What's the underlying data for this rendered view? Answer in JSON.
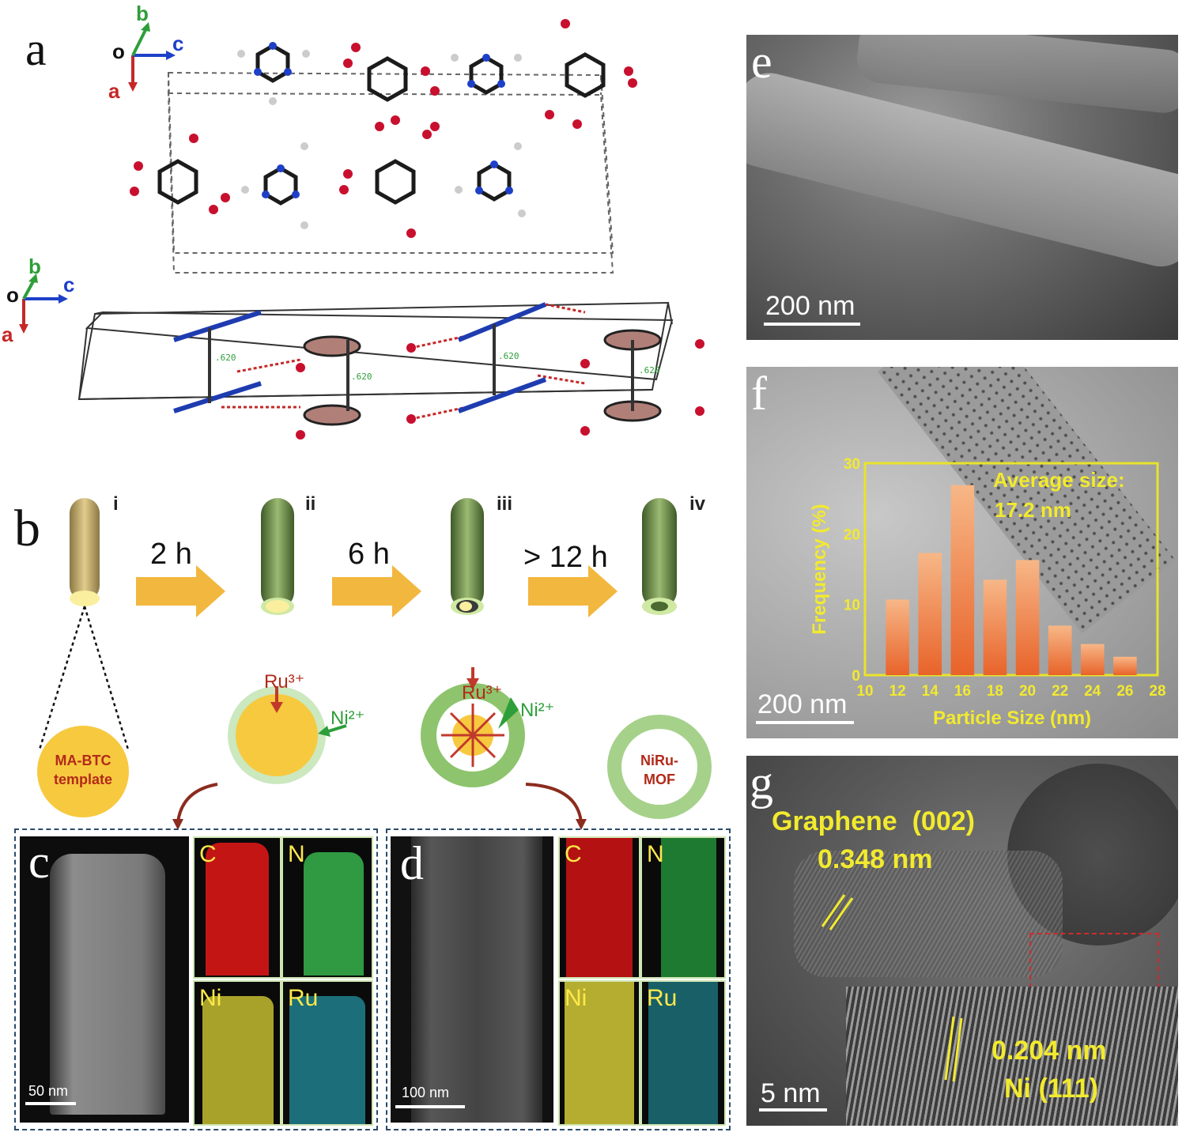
{
  "panels": {
    "a": {
      "label": "a",
      "axes_top": {
        "o": "o",
        "b": "b",
        "c": "c",
        "a": "a"
      },
      "axes_bottom": {
        "o": "o",
        "b": "b",
        "c": "c",
        "a": "a"
      },
      "distances": [
        ".620",
        ".620",
        ".620",
        ".620"
      ]
    },
    "b": {
      "label": "b",
      "stages": [
        "i",
        "ii",
        "iii",
        "iv"
      ],
      "times": [
        "2 h",
        "6 h",
        "> 12 h"
      ],
      "template_label": "MA-BTC template",
      "ions": {
        "ru": "Ru³⁺",
        "ni": "Ni²⁺"
      },
      "mof_label": "NiRu- MOF"
    },
    "c": {
      "label": "c",
      "scale": "50 nm",
      "maps": [
        "C",
        "N",
        "Ni",
        "Ru"
      ]
    },
    "d": {
      "label": "d",
      "scale": "100 nm",
      "maps": [
        "C",
        "N",
        "Ni",
        "Ru"
      ]
    },
    "e": {
      "label": "e",
      "scale": "200 nm"
    },
    "f": {
      "label": "f",
      "scale": "200 nm",
      "avg_line1": "Average size:",
      "avg_line2": "17.2 nm"
    },
    "g": {
      "label": "g",
      "scale": "5 nm",
      "graphene_line1": "Graphene  (002)",
      "graphene_line2": "0.348 nm",
      "ni_line1": "0.204 nm",
      "ni_line2": "Ni (111)"
    }
  },
  "colors": {
    "arrow": "#f2b73e",
    "rod_gold": "#c7b071",
    "rod_green": "#6e8f4a",
    "template": "#f7c93f",
    "shell": "#a6d18b",
    "hist_bar": "#f08a3e",
    "hist_frame": "#e8e32b"
  },
  "chart_data": {
    "type": "bar",
    "xlabel": "Particle Size (nm)",
    "ylabel": "Frequency (%)",
    "x_ticks": [
      "10",
      "12",
      "14",
      "16",
      "18",
      "20",
      "22",
      "24",
      "26",
      "28"
    ],
    "y_ticks": [
      "0",
      "10",
      "20",
      "30"
    ],
    "categories": [
      12,
      14,
      16,
      18,
      20,
      22,
      24,
      26
    ],
    "values": [
      10.7,
      17.3,
      26.9,
      13.5,
      16.3,
      7.0,
      4.4,
      2.6
    ],
    "xlim": [
      10,
      28
    ],
    "ylim": [
      0,
      30
    ]
  }
}
